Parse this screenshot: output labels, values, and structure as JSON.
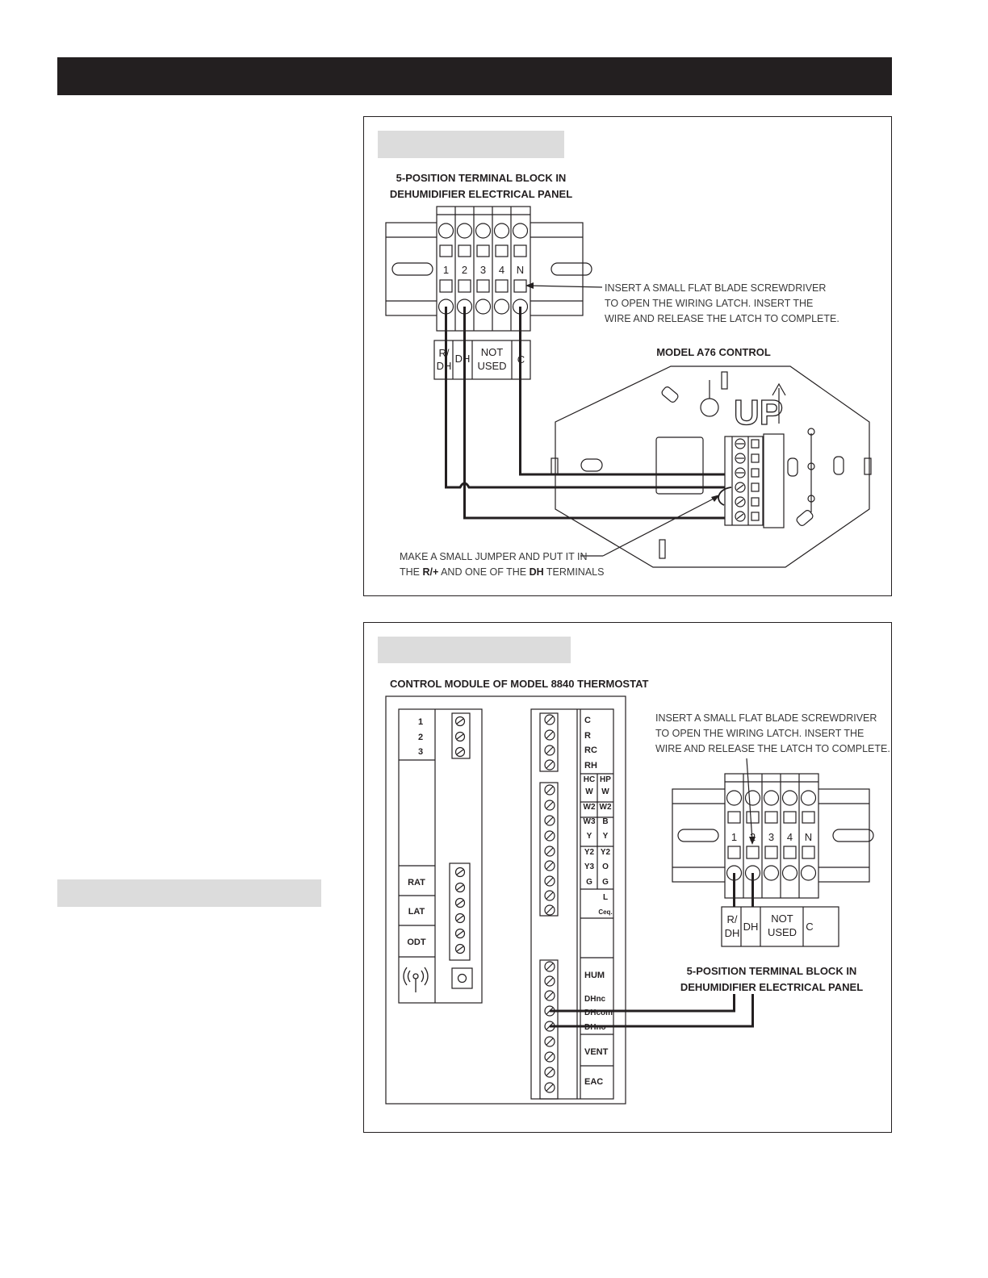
{
  "colors": {
    "ink": "#231f20",
    "header": "#231f20",
    "gray_bar": "#dcdcdc"
  },
  "fig1": {
    "terminal_block_title_1": "5-POSITION TERMINAL BLOCK IN",
    "terminal_block_title_2": "DEHUMIDIFIER ELECTRICAL PANEL",
    "terminal_numbers": [
      "1",
      "2",
      "3",
      "4",
      "N"
    ],
    "label_rdh_top": "R/",
    "label_rdh_bottom": "DH",
    "label_dh": "DH",
    "label_not": "NOT",
    "label_used": "USED",
    "label_c": "C",
    "instruction_1": "INSERT A SMALL FLAT BLADE SCREWDRIVER",
    "instruction_2": "TO OPEN THE WIRING LATCH. INSERT THE",
    "instruction_3": "WIRE AND RELEASE THE LATCH TO COMPLETE.",
    "control_title": "MODEL A76 CONTROL",
    "up_label": "UP",
    "jumper_note_1": "MAKE A SMALL JUMPER AND PUT IT IN",
    "jumper_note_2_a": "THE ",
    "jumper_note_2_b": "R/+",
    "jumper_note_2_c": " AND ONE OF THE ",
    "jumper_note_2_d": "DH",
    "jumper_note_2_e": " TERMINALS"
  },
  "fig2": {
    "module_title": "CONTROL MODULE OF MODEL 8840 THERMOSTAT",
    "left_numbers": [
      "1",
      "2",
      "3"
    ],
    "sensor_labels": [
      "RAT",
      "LAT",
      "ODT"
    ],
    "wireless_icon": "wireless-antenna-icon",
    "right_labels_top": [
      "C",
      "R",
      "RC",
      "RH"
    ],
    "hc_col": [
      "HC",
      "W",
      "W2",
      "W3",
      "Y",
      "Y2",
      "Y3",
      "G"
    ],
    "hp_col": [
      "HP",
      "W",
      "W2",
      "B",
      "Y",
      "Y2",
      "O",
      "G"
    ],
    "label_l": "L",
    "label_ceq": "Ceq.",
    "label_hum": "HUM",
    "label_dhnc": "DHnc",
    "label_dhcom": "DHcom",
    "label_dhno": "DHno",
    "label_vent": "VENT",
    "label_eac": "EAC",
    "instruction_1": "INSERT A SMALL FLAT BLADE SCREWDRIVER",
    "instruction_2": "TO OPEN THE WIRING LATCH. INSERT THE",
    "instruction_3": "WIRE AND RELEASE THE LATCH TO COMPLETE.",
    "terminal_numbers": [
      "1",
      "2",
      "3",
      "4",
      "N"
    ],
    "label_rdh_top": "R/",
    "label_rdh_bottom": "DH",
    "label_dh": "DH",
    "label_not": "NOT",
    "label_used": "USED",
    "label_c": "C",
    "terminal_block_title_1": "5-POSITION TERMINAL BLOCK IN",
    "terminal_block_title_2": "DEHUMIDIFIER ELECTRICAL PANEL"
  }
}
